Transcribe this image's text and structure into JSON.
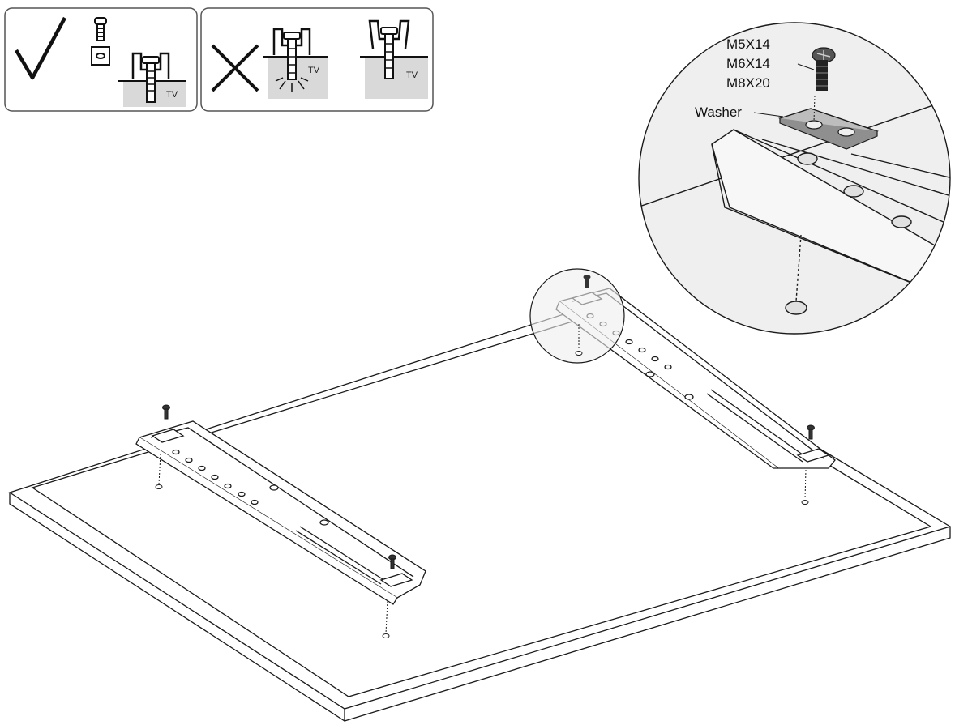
{
  "screw_sizes": [
    "M5X14",
    "M6X14",
    "M8X20"
  ],
  "washer_label": "Washer",
  "tv_label": "TV",
  "panels": {
    "correct_symbol": "check-mark-icon",
    "wrong_symbol": "cross-mark-icon"
  },
  "colors": {
    "line": "#1a1a1a",
    "shade": "#d9d9d9",
    "magnifier": "#efefef",
    "panel_border": "#555555"
  }
}
